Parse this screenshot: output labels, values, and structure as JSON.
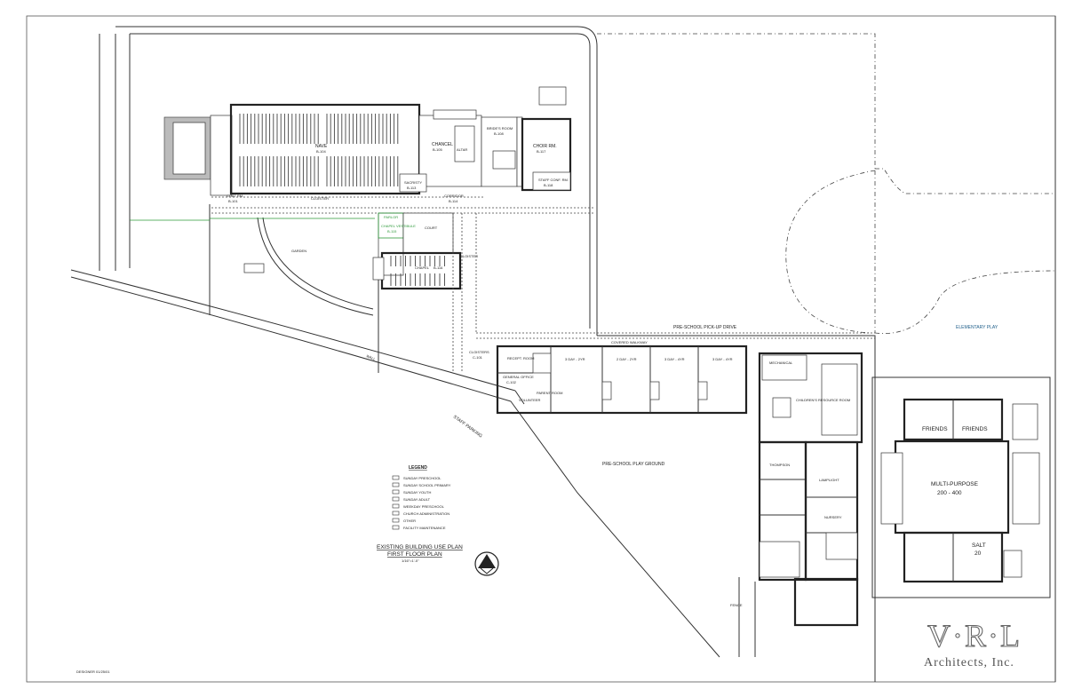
{
  "labels": {
    "nave": "NAVE",
    "nave_num": "B-104",
    "chancel": "CHANCEL",
    "chancel_num": "B-105",
    "altar": "ALTAR",
    "brides_room": "BRIDE'S ROOM",
    "brides_num": "B-108",
    "sacristy": "SACRISTY",
    "sacristy_num": "B-113",
    "choir_rm": "CHOIR RM.",
    "choir_num": "B-117",
    "staff_conf": "STAFF CONF. RM.",
    "staff_conf_num": "B-118",
    "coat_rm": "COAT RM.",
    "coat_num": "B-101",
    "cloister": "CLOISTER",
    "corridor": "CORRIDOR",
    "corridor_num": "B-114",
    "parlor": "PARLOR",
    "chapel_vestibule": "CHAPEL VESTIBULE",
    "chapel_vest_num": "B-115",
    "court": "COURT",
    "garden": "GARDEN",
    "chapel": "CHAPEL",
    "chapel_num": "B-116",
    "cloister_2": "CLOISTER",
    "preschool_pickup": "PRE-SCHOOL PICK-UP DRIVE",
    "covered_walkway": "COVERED WALKWAY",
    "cloisters_c101": "CLOISTERS",
    "cloisters_num": "C-101",
    "recept_room": "RECEPT. ROOM",
    "general_office": "GENERAL OFFICE",
    "general_office_num": "C-102",
    "parent_room": "PARENT ROOM",
    "volunteer": "VOLUNTEER",
    "room_1": "3 DAY - 2YR",
    "room_2": "2 DAY - 2YR",
    "room_3": "3 DAY - 4YR",
    "room_4": "3 DAY - 4YR",
    "mechanical": "MECHANICAL",
    "childrens_resource": "CHILDREN'S RESOURCE ROOM",
    "staff_parking": "STAFF PARKING",
    "wall": "WALL",
    "preschool_playground": "PRE-SCHOOL PLAY GROUND",
    "elementary_play": "ELEMENTARY PLAY",
    "friends_1": "FRIENDS",
    "friends_2": "FRIENDS",
    "multi_purpose": "MULTI-PURPOSE",
    "multi_capacity": "200 - 400",
    "salt": "SALT",
    "salt_num": "20",
    "thompson": "THOMPSON",
    "lamplight": "LAMPLIGHT",
    "nursery": "NURSERY",
    "fence": "FENCE"
  },
  "legend": {
    "title": "LEGEND",
    "items": [
      "SUNDAY PRESCHOOL",
      "SUNDAY SCHOOL PRIMARY",
      "SUNDAY YOUTH",
      "SUNDAY ADULT",
      "WEEKDAY PRESCHOOL",
      "CHURCH ADMINISTRATION",
      "OTHER",
      "FACILITY MAINTENANCE"
    ]
  },
  "title_block": {
    "line1": "EXISTING BUILDING USE PLAN",
    "line2": "FIRST FLOOR PLAN",
    "scale": "1/16\"=1'-0\"",
    "date": "DESIGNER 01/25/01"
  },
  "logo": {
    "mark": "V·R·L",
    "firm": "Architects, Inc."
  }
}
